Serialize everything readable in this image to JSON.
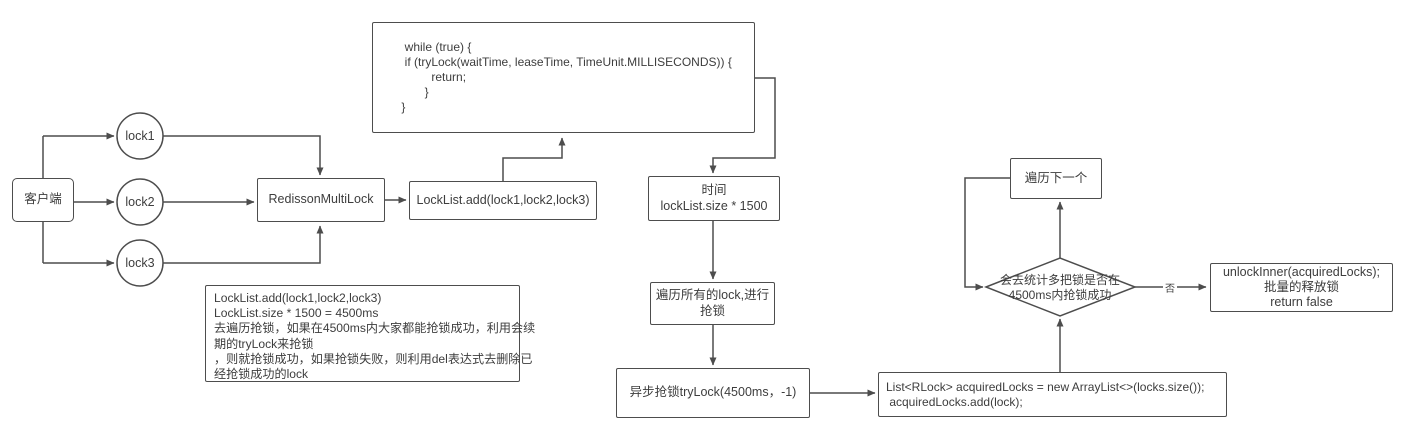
{
  "diagram": {
    "code_box": {
      "code": "  while (true) {\n  if (tryLock(waitTime, leaseTime, TimeUnit.MILLISECONDS)) {\n          return;\n        }\n }"
    },
    "client": {
      "label": "客户端"
    },
    "locks": [
      {
        "label": "lock1"
      },
      {
        "label": "lock2"
      },
      {
        "label": "lock3"
      }
    ],
    "multilock": {
      "label": "RedissonMultiLock"
    },
    "locklist_add": {
      "label": "LockList.add(lock1,lock2,lock3)"
    },
    "time_box": {
      "text": "时间\nlockList.size * 1500"
    },
    "iterate_box": {
      "text": "遍历所有的lock,进行\n抢锁"
    },
    "async_box": {
      "label": "异步抢锁tryLock(4500ms，-1)"
    },
    "acquired_box": {
      "text": "List<RLock> acquiredLocks = new ArrayList<>(locks.size());\n acquiredLocks.add(lock);"
    },
    "decision": {
      "text": "会去统计多把锁是否在\n4500ms内抢锁成功"
    },
    "next_box": {
      "label": "遍历下一个"
    },
    "unlock_box": {
      "text": "unlockInner(acquiredLocks);\n批量的释放锁\nreturn false"
    },
    "edge_labels": {
      "no": "否"
    },
    "note_box": {
      "text": "LockList.add(lock1,lock2,lock3)\nLockList.size * 1500 = 4500ms\n去遍历抢锁，如果在4500ms内大家都能抢锁成功，利用会续\n期的tryLock来抢锁\n，则就抢锁成功，如果抢锁失败，则利用del表达式去删除已\n经抢锁成功的lock"
    },
    "colors": {
      "stroke": "#4d4d4d",
      "text": "#3d3d3d",
      "background": "#ffffff"
    }
  }
}
